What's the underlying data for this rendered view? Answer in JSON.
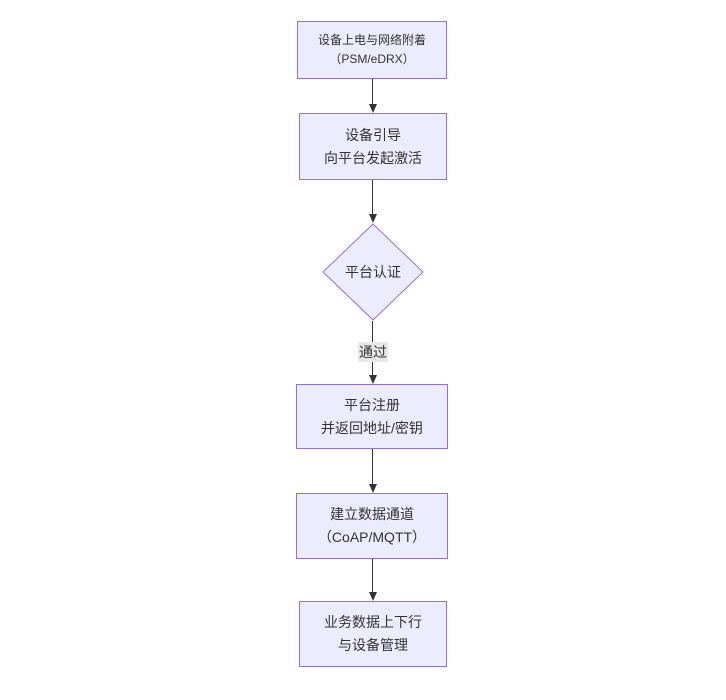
{
  "diagram": {
    "type": "flowchart",
    "direction": "top-down",
    "colors": {
      "background": "#ffffff",
      "node_fill": "#ECECFF",
      "node_border": "#9370DB",
      "text": "#333333",
      "edge": "#333333",
      "edge_label_bg": "#e8e8e8"
    },
    "nodes": [
      {
        "id": "power-attach",
        "shape": "rect",
        "lines": [
          "设备上电与网络附着",
          "（PSM/eDRX）"
        ]
      },
      {
        "id": "bootstrap",
        "shape": "rect",
        "lines": [
          "设备引导",
          "向平台发起激活"
        ]
      },
      {
        "id": "platform-auth",
        "shape": "diamond",
        "lines": [
          "平台认证"
        ]
      },
      {
        "id": "register",
        "shape": "rect",
        "lines": [
          "平台注册",
          "并返回地址/密钥"
        ]
      },
      {
        "id": "data-channel",
        "shape": "rect",
        "lines": [
          "建立数据通道",
          "（CoAP/MQTT）"
        ]
      },
      {
        "id": "business",
        "shape": "rect",
        "lines": [
          "业务数据上下行",
          "与设备管理"
        ]
      }
    ],
    "edges": [
      {
        "from": "power-attach",
        "to": "bootstrap",
        "label": ""
      },
      {
        "from": "bootstrap",
        "to": "platform-auth",
        "label": ""
      },
      {
        "from": "platform-auth",
        "to": "register",
        "label": "通过"
      },
      {
        "from": "register",
        "to": "data-channel",
        "label": ""
      },
      {
        "from": "data-channel",
        "to": "business",
        "label": ""
      }
    ]
  }
}
